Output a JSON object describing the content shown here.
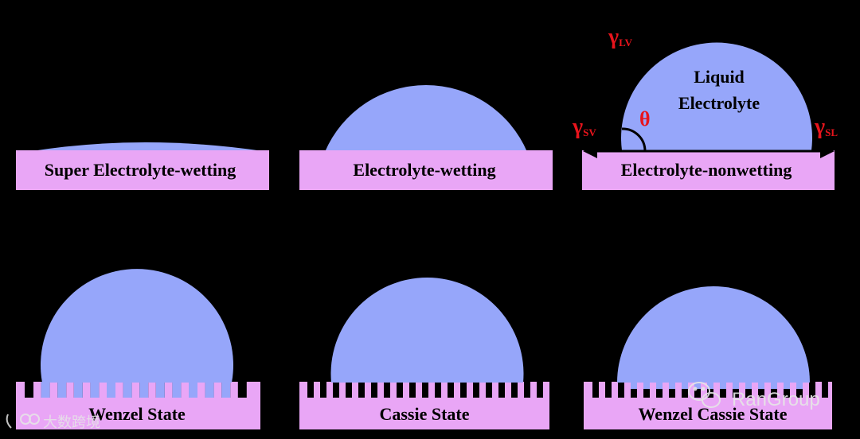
{
  "colors": {
    "background": "#000000",
    "droplet": "#96a6fa",
    "substrate": "#e9a6f6",
    "gamma": "#e8141c",
    "text": "#000000",
    "watermark": "#e6e6e6"
  },
  "panels": {
    "super_wetting": {
      "label": "Super Electrolyte-wetting"
    },
    "wetting": {
      "label": "Electrolyte-wetting"
    },
    "nonwetting": {
      "label": "Electrolyte-nonwetting",
      "droplet_line1": "Liquid",
      "droplet_line2": "Electrolyte",
      "angle_symbol": "θ",
      "gamma_lv": {
        "sym": "γ",
        "sub": "LV"
      },
      "gamma_sv": {
        "sym": "γ",
        "sub": "SV"
      },
      "gamma_sl": {
        "sym": "γ",
        "sub": "SL"
      }
    },
    "wenzel": {
      "label": "Wenzel State"
    },
    "cassie": {
      "label": "Cassie State"
    },
    "wenzel_cassie": {
      "label": "Wenzel Cassie State"
    }
  },
  "watermarks": {
    "left": "大数跨境",
    "right": "RanGroup",
    "left_icon": "brand-logo-icon",
    "right_icon": "wechat-icon"
  }
}
